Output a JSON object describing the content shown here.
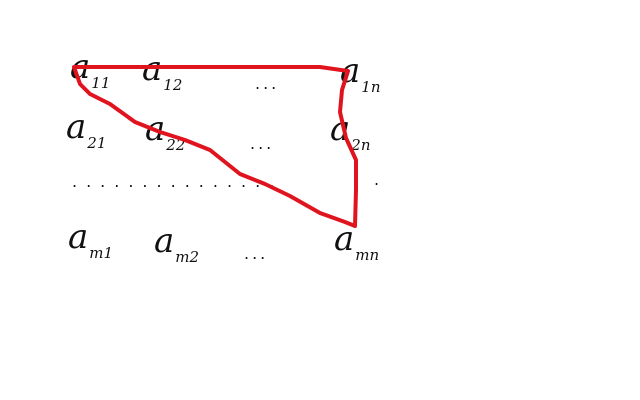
{
  "matrix": {
    "rows": [
      [
        {
          "base": "a",
          "sub": "11"
        },
        {
          "base": "a",
          "sub": "12"
        },
        {
          "ellipsis": "..."
        },
        {
          "base": "a",
          "sub": "1n"
        }
      ],
      [
        {
          "base": "a",
          "sub": "21"
        },
        {
          "base": "a",
          "sub": "22"
        },
        {
          "ellipsis": "..."
        },
        {
          "base": "a",
          "sub": "2n"
        }
      ],
      [
        {
          "base": "a",
          "sub": "m1"
        },
        {
          "base": "a",
          "sub": "m2"
        },
        {
          "ellipsis": "..."
        },
        {
          "base": "a",
          "sub": "mn"
        }
      ]
    ],
    "middle_row_dots": "...............",
    "middle_row_dot_end": "."
  },
  "colors": {
    "ink": "#111111",
    "annotation": "#e0141e"
  }
}
